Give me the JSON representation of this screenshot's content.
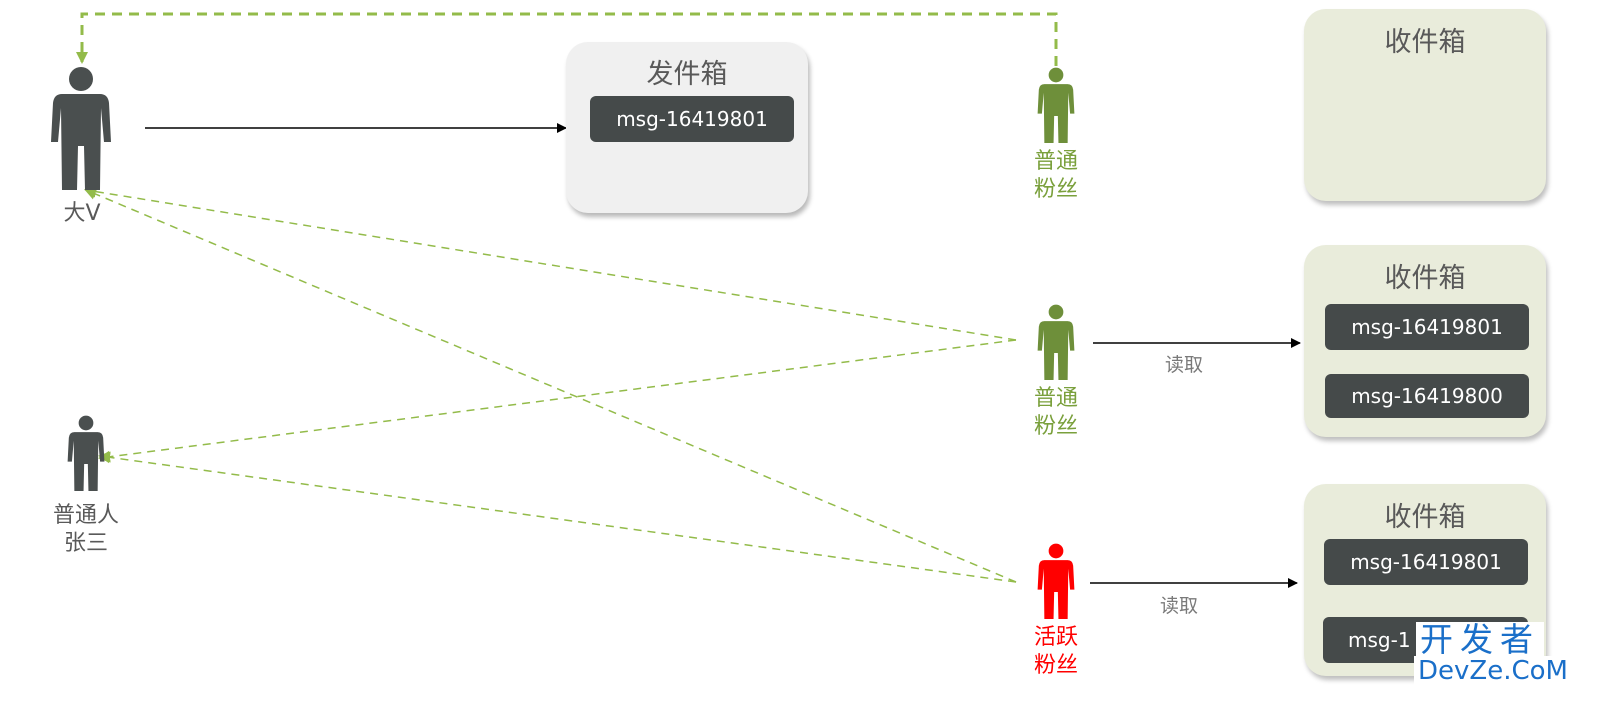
{
  "colors": {
    "dark_person": "#4a4f4f",
    "fan_green": "#6e8f3a",
    "active_red": "#ff0000",
    "dash_green": "#93bb4a",
    "outbox_bg": "#f0f0f0",
    "inbox_bg": "#e9ecdb",
    "msg_bg": "#454a4a"
  },
  "people": {
    "big_v": {
      "label": "大V"
    },
    "normal_person": {
      "line1": "普通人",
      "line2": "张三"
    },
    "fan_top": {
      "line1": "普通",
      "line2": "粉丝"
    },
    "fan_mid": {
      "line1": "普通",
      "line2": "粉丝"
    },
    "fan_active": {
      "line1": "活跃",
      "line2": "粉丝"
    }
  },
  "outbox": {
    "title": "发件箱",
    "messages": [
      "msg-16419801"
    ]
  },
  "inboxes": [
    {
      "title": "收件箱",
      "messages": []
    },
    {
      "title": "收件箱",
      "messages": [
        "msg-16419801",
        "msg-16419800"
      ]
    },
    {
      "title": "收件箱",
      "messages": [
        "msg-16419801",
        "msg-1"
      ]
    }
  ],
  "read_labels": [
    "读取",
    "读取"
  ],
  "watermark": {
    "line1": "开发者",
    "line2": "DevZe.CoM"
  }
}
